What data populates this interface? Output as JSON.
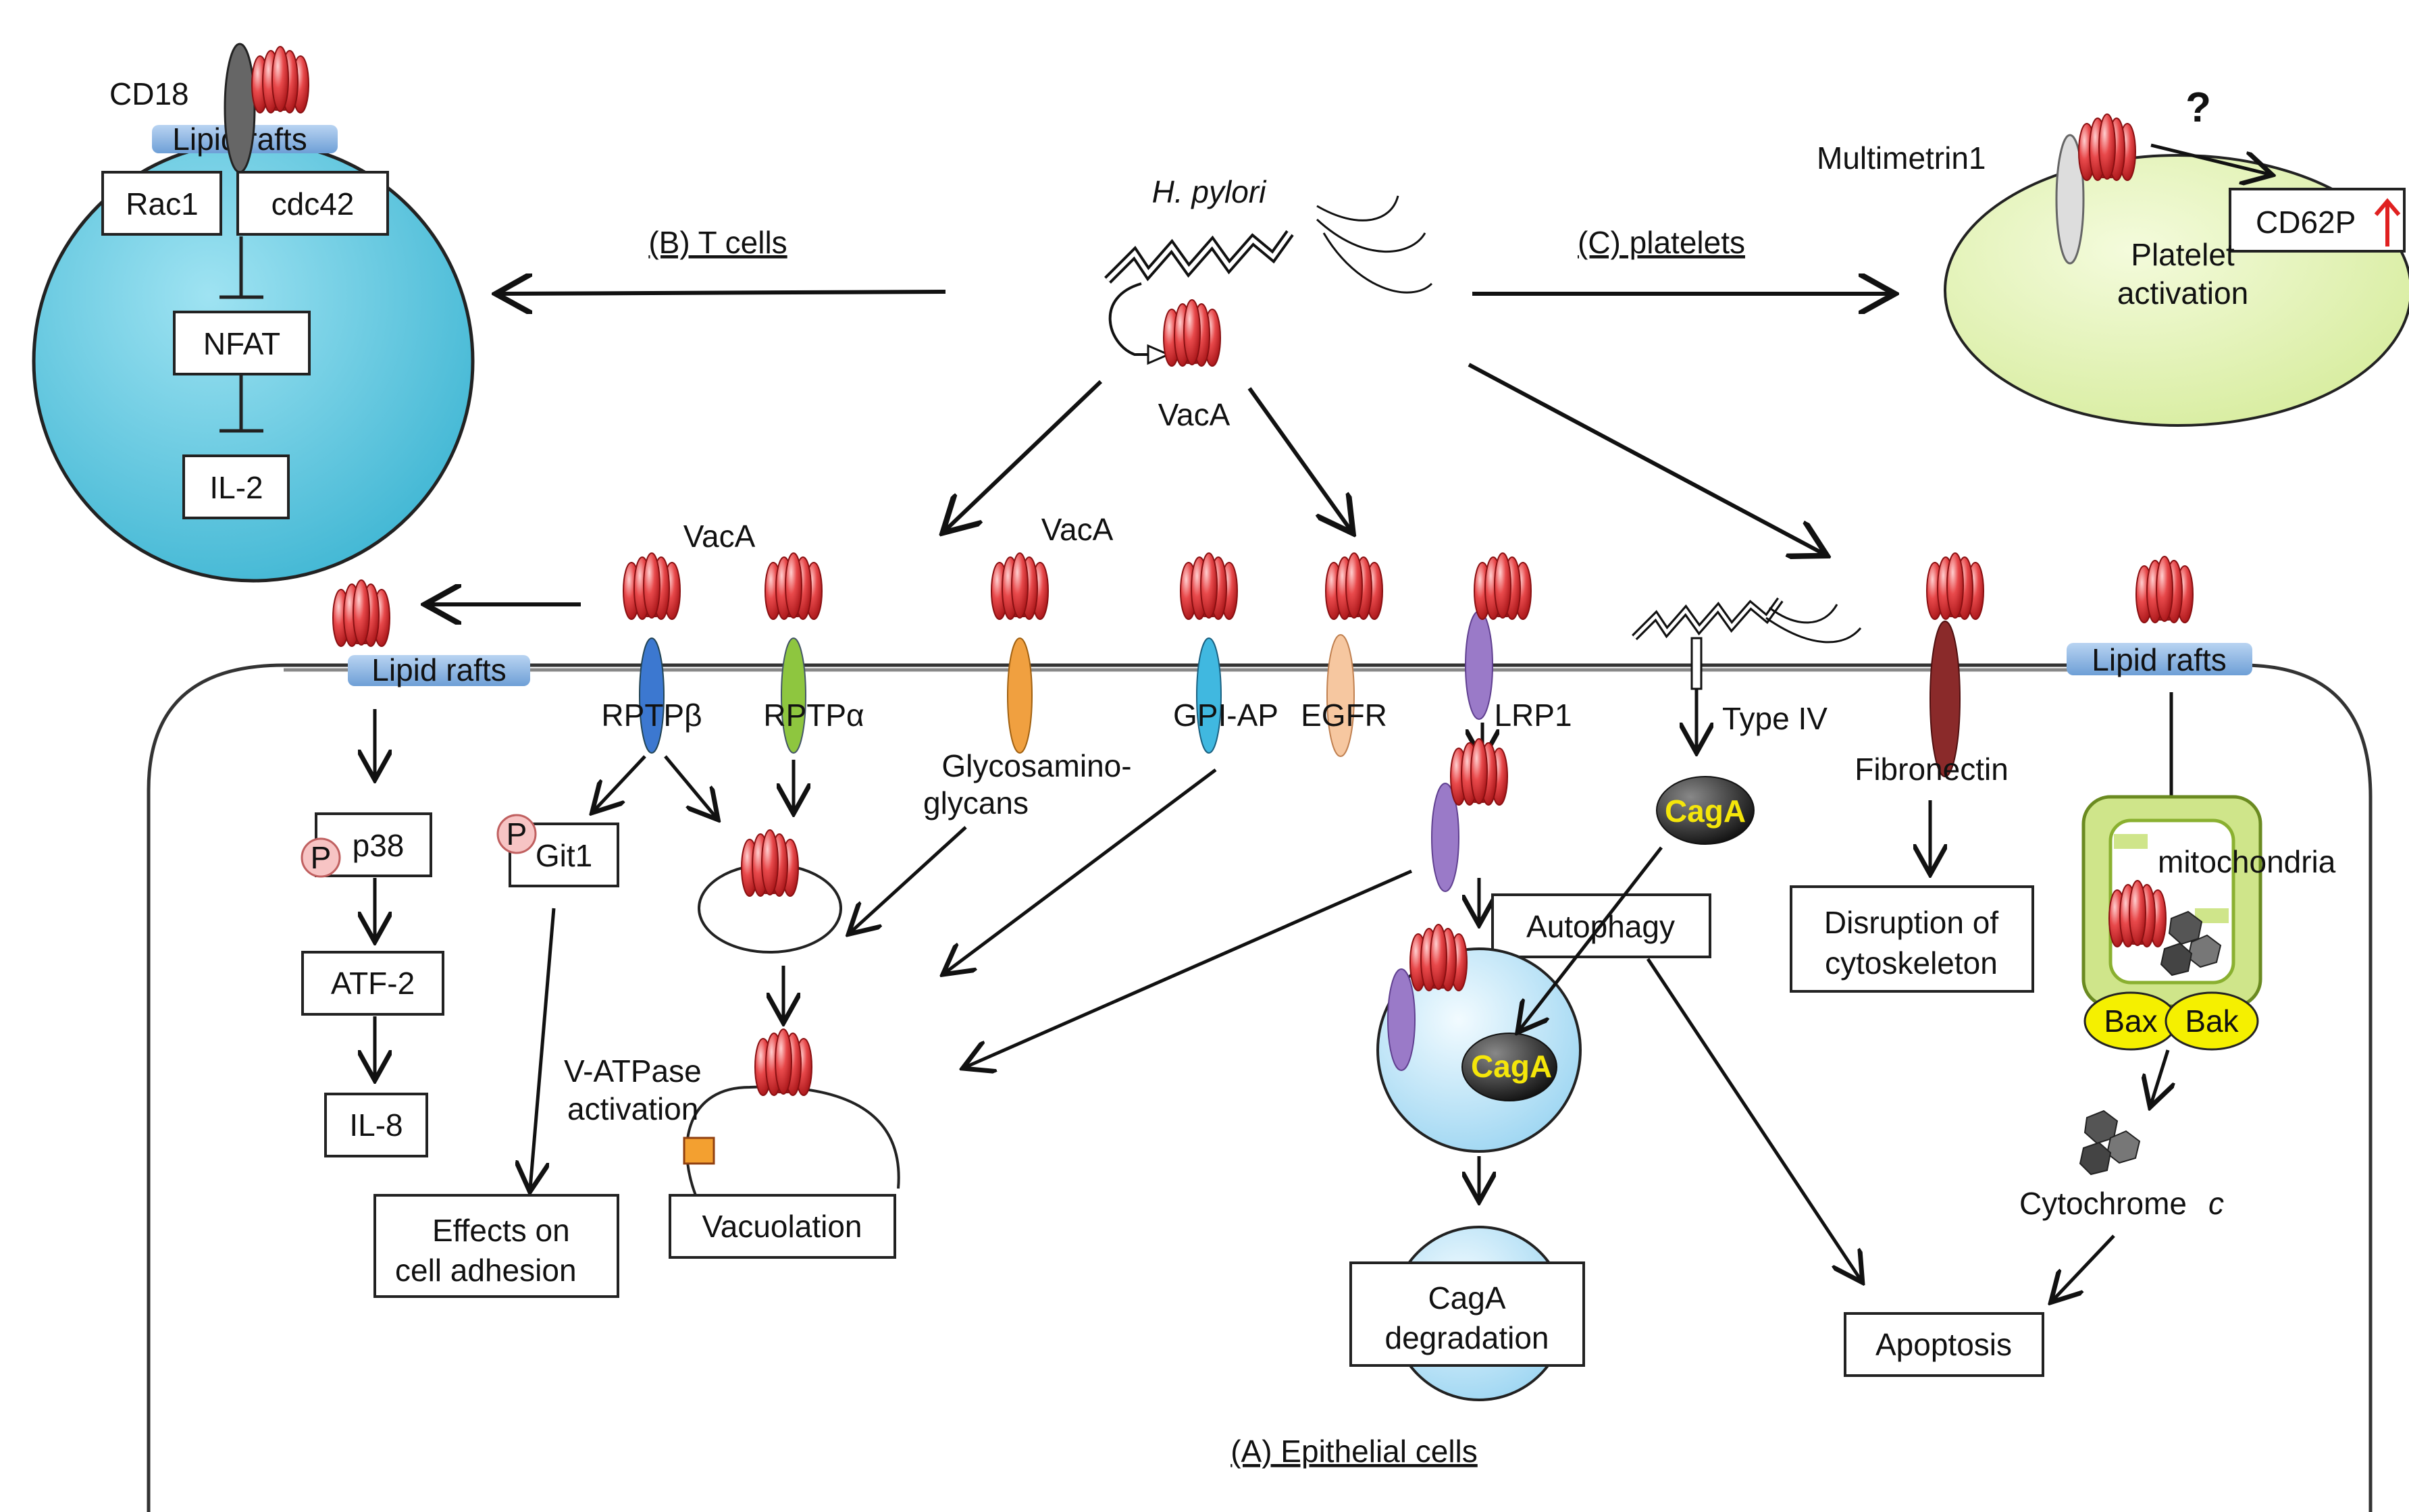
{
  "hpylori": "H. pylori",
  "vaca": "VacA",
  "tcells": {
    "heading": "(B) T cells",
    "cd18": "CD18",
    "lipid_rafts": "Lipid rafts",
    "rac1": "Rac1",
    "cdc42": "cdc42",
    "nfat": "NFAT",
    "il2": "IL-2"
  },
  "platelets": {
    "heading": "(C) platelets",
    "multimetrin": "Multimetrin1",
    "question": "?",
    "cd62p": "CD62P",
    "activation_line1": "Platelet",
    "activation_line2": "activation"
  },
  "epithelial": {
    "heading": "(A) Epithelial cells",
    "vaca_left": "VacA",
    "vaca_mid": "VacA",
    "lipid_rafts_left": "Lipid rafts",
    "lipid_rafts_right": "Lipid rafts",
    "receptors": {
      "rptpb": "RPTPβ",
      "rptpa": "RPTPα",
      "gag1": "Glycosamino-",
      "gag2": "glycans",
      "gpiap": "GPI-AP",
      "egfr": "EGFR",
      "lrp1": "LRP1",
      "type4": "Type IV",
      "fibronectin": "Fibronectin"
    },
    "p": "P",
    "p38": "p38",
    "atf2": "ATF-2",
    "il8": "IL-8",
    "git1": "Git1",
    "adhesion1": "Effects on",
    "adhesion2": "cell adhesion",
    "vatpase1": "V-ATPase",
    "vatpase2": "activation",
    "vacuolation": "Vacuolation",
    "cagA": "CagA",
    "autophagy": "Autophagy",
    "cagA_deg1": "CagA",
    "cagA_deg2": "degradation",
    "disruption1": "Disruption of",
    "disruption2": "cytoskeleton",
    "mitochondria": "mitochondria",
    "bax": "Bax",
    "bak": "Bak",
    "cytochrome": "Cytochrome",
    "cytochrome_c": "c",
    "apoptosis": "Apoptosis"
  },
  "colors": {
    "vaca_red": "#e0383a",
    "tcell_fill": "#58c8e0",
    "platelet_fill": "#e4f4b8",
    "raft_blue": "#8fb8e6",
    "cagA_yellow": "#f5e60a",
    "bax_yellow": "#f5f000",
    "mito_green": "#a8cf4a"
  }
}
